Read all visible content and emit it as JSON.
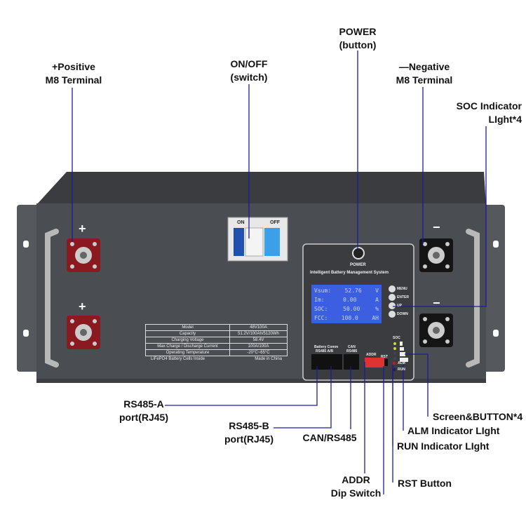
{
  "labels": {
    "positive": [
      "+Positive",
      "M8 Terminal"
    ],
    "onoff": [
      "ON/OFF",
      "(switch)"
    ],
    "power": [
      "POWER",
      "(button)"
    ],
    "negative": [
      "—Negative",
      "M8 Terminal"
    ],
    "soc": [
      "SOC Indicator",
      "LIght*4"
    ],
    "rs485a": [
      "RS485-A",
      "port(RJ45)"
    ],
    "rs485b": [
      "RS485-B",
      "port(RJ45)"
    ],
    "can": "CAN/RS485",
    "addr": [
      "ADDR",
      "Dip Switch"
    ],
    "rst": "RST Button",
    "run": "RUN Indicator LIght",
    "alm": "ALM Indicator LIght",
    "screen": "Screen&BUTTON*4"
  },
  "panel": {
    "plus": "+",
    "minus": "−",
    "switch_on": "ON",
    "switch_off": "OFF",
    "power": "POWER",
    "bms_title": "Intelligent Battery Management System",
    "lcd": [
      [
        "Vsum:",
        "52.76",
        "V"
      ],
      [
        "Im:",
        "0.00",
        "A"
      ],
      [
        "SOC:",
        "50.00",
        "%"
      ],
      [
        "FCC:",
        "100.0",
        "AH"
      ]
    ],
    "buttons": [
      "MENU",
      "ENTER",
      "UP",
      "DOWN"
    ],
    "port1": [
      "Battery Comm",
      "RS485 A/B"
    ],
    "port2": [
      "CAN",
      "RS485"
    ],
    "addr": "ADDR",
    "rst": "RST",
    "soc": "SOC",
    "alm": "ALM",
    "run": "RUN"
  },
  "spec_table": [
    [
      "Model",
      "48V100A"
    ],
    [
      "Capacity",
      "51.2V/100Ah/5120Wh"
    ],
    [
      "Charging Voltage",
      "58.4V"
    ],
    [
      "Max Charge / Discharge Current",
      "100A/100A"
    ],
    [
      "Operating Temperature",
      "-20°C~65°C"
    ]
  ],
  "spec_footer": [
    "LiFePO4 Battery Cells Inside",
    "Made in China"
  ],
  "colors": {
    "line": "#1c1c9c",
    "body": "#4a4d52",
    "top": "#3a3c40",
    "terminal_pos": "#8a1a1f",
    "lcd": "#3b5fe0"
  }
}
